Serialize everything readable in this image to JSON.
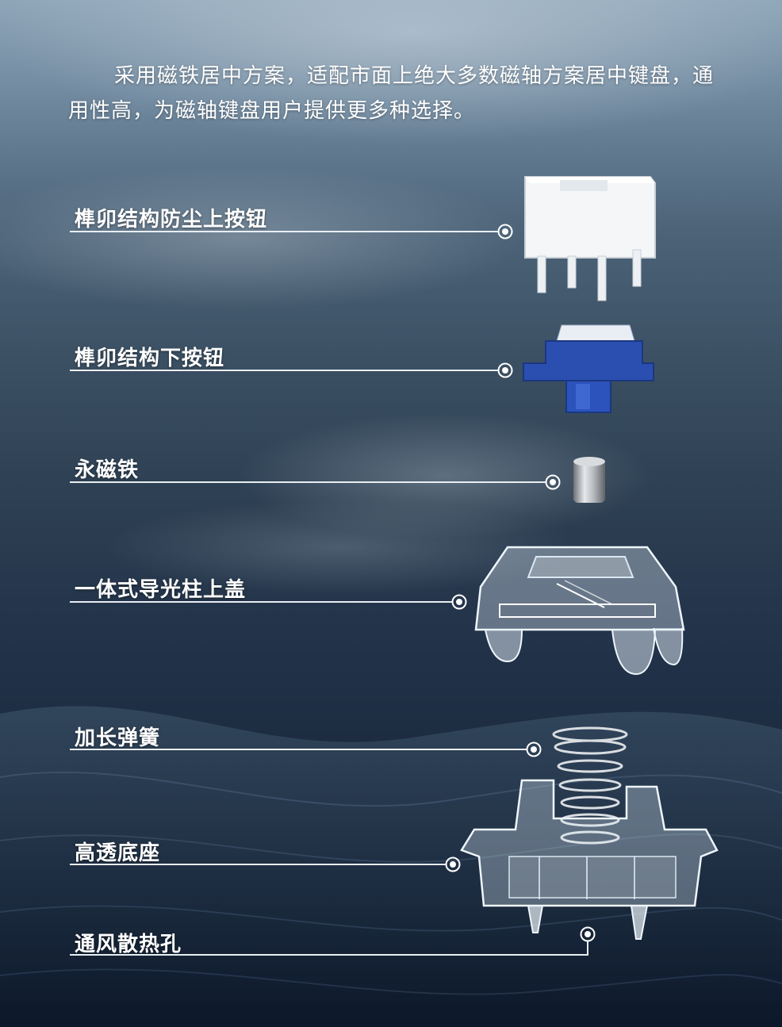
{
  "intro_text": "采用磁铁居中方案，适配市面上绝大多数磁轴方案居中键盘，通用性高，为磁轴键盘用户提供更多种选择。",
  "labels": [
    "榫卯结构防尘上按钮",
    "榫卯结构下按钮",
    "永磁铁",
    "一体式导光柱上盖",
    "加长弹簧",
    "高透底座",
    "通风散热孔"
  ],
  "colors": {
    "text": "#ffffff",
    "line": "#e9eef3",
    "blue_button": "#2a4fb0",
    "white_button": "#ffffff"
  },
  "icons": [
    "target-dot-icon"
  ]
}
